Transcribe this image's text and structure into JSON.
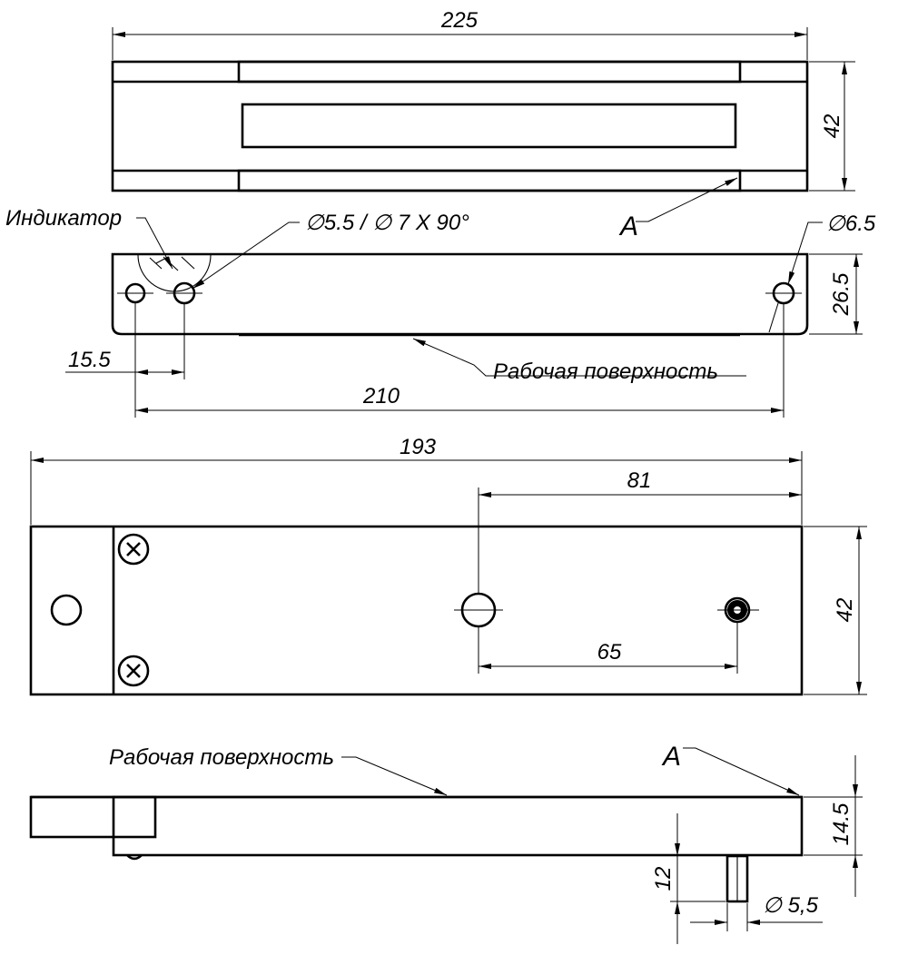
{
  "view_top": {
    "dim_length": "225",
    "dim_width": "42",
    "label_A": "A"
  },
  "view_mounting": {
    "indicator_label": "Индикатор",
    "hole_label": "∅5.5 / ∅ 7 X 90°",
    "hole_right_label": "∅6.5",
    "dim_height": "26.5",
    "dim_offset": "15.5",
    "dim_span": "210",
    "surface_label": "Рабочая поверхность"
  },
  "view_armature_top": {
    "dim_length": "193",
    "dim_81": "81",
    "dim_65": "65",
    "dim_width": "42"
  },
  "view_armature_side": {
    "surface_label": "Рабочая поверхность",
    "label_A": "A",
    "dim_height": "14.5",
    "dim_pin_length": "12",
    "dim_pin_dia": "∅ 5,5"
  }
}
